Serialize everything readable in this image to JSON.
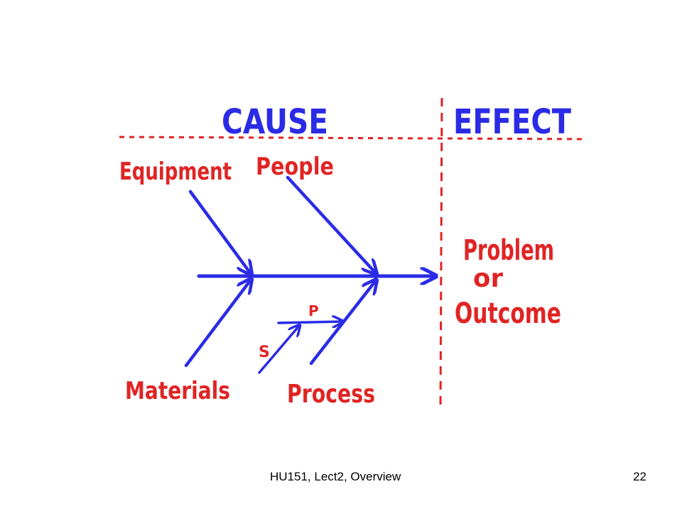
{
  "diagram": {
    "cause_heading": "CAUSE",
    "effect_heading": "EFFECT",
    "categories": {
      "equipment": "Equipment",
      "people": "People",
      "materials": "Materials",
      "process": "Process"
    },
    "sub_causes": {
      "p": "P",
      "s": "S"
    },
    "effect": {
      "line1": "Problem",
      "line2": "or",
      "line3": "Outcome"
    },
    "colors": {
      "arrows": "#2b2be6",
      "labels": "#e02424",
      "divider": "#e02424"
    }
  },
  "footer": {
    "text": "HU151, Lect2, Overview",
    "page_number": "22"
  }
}
